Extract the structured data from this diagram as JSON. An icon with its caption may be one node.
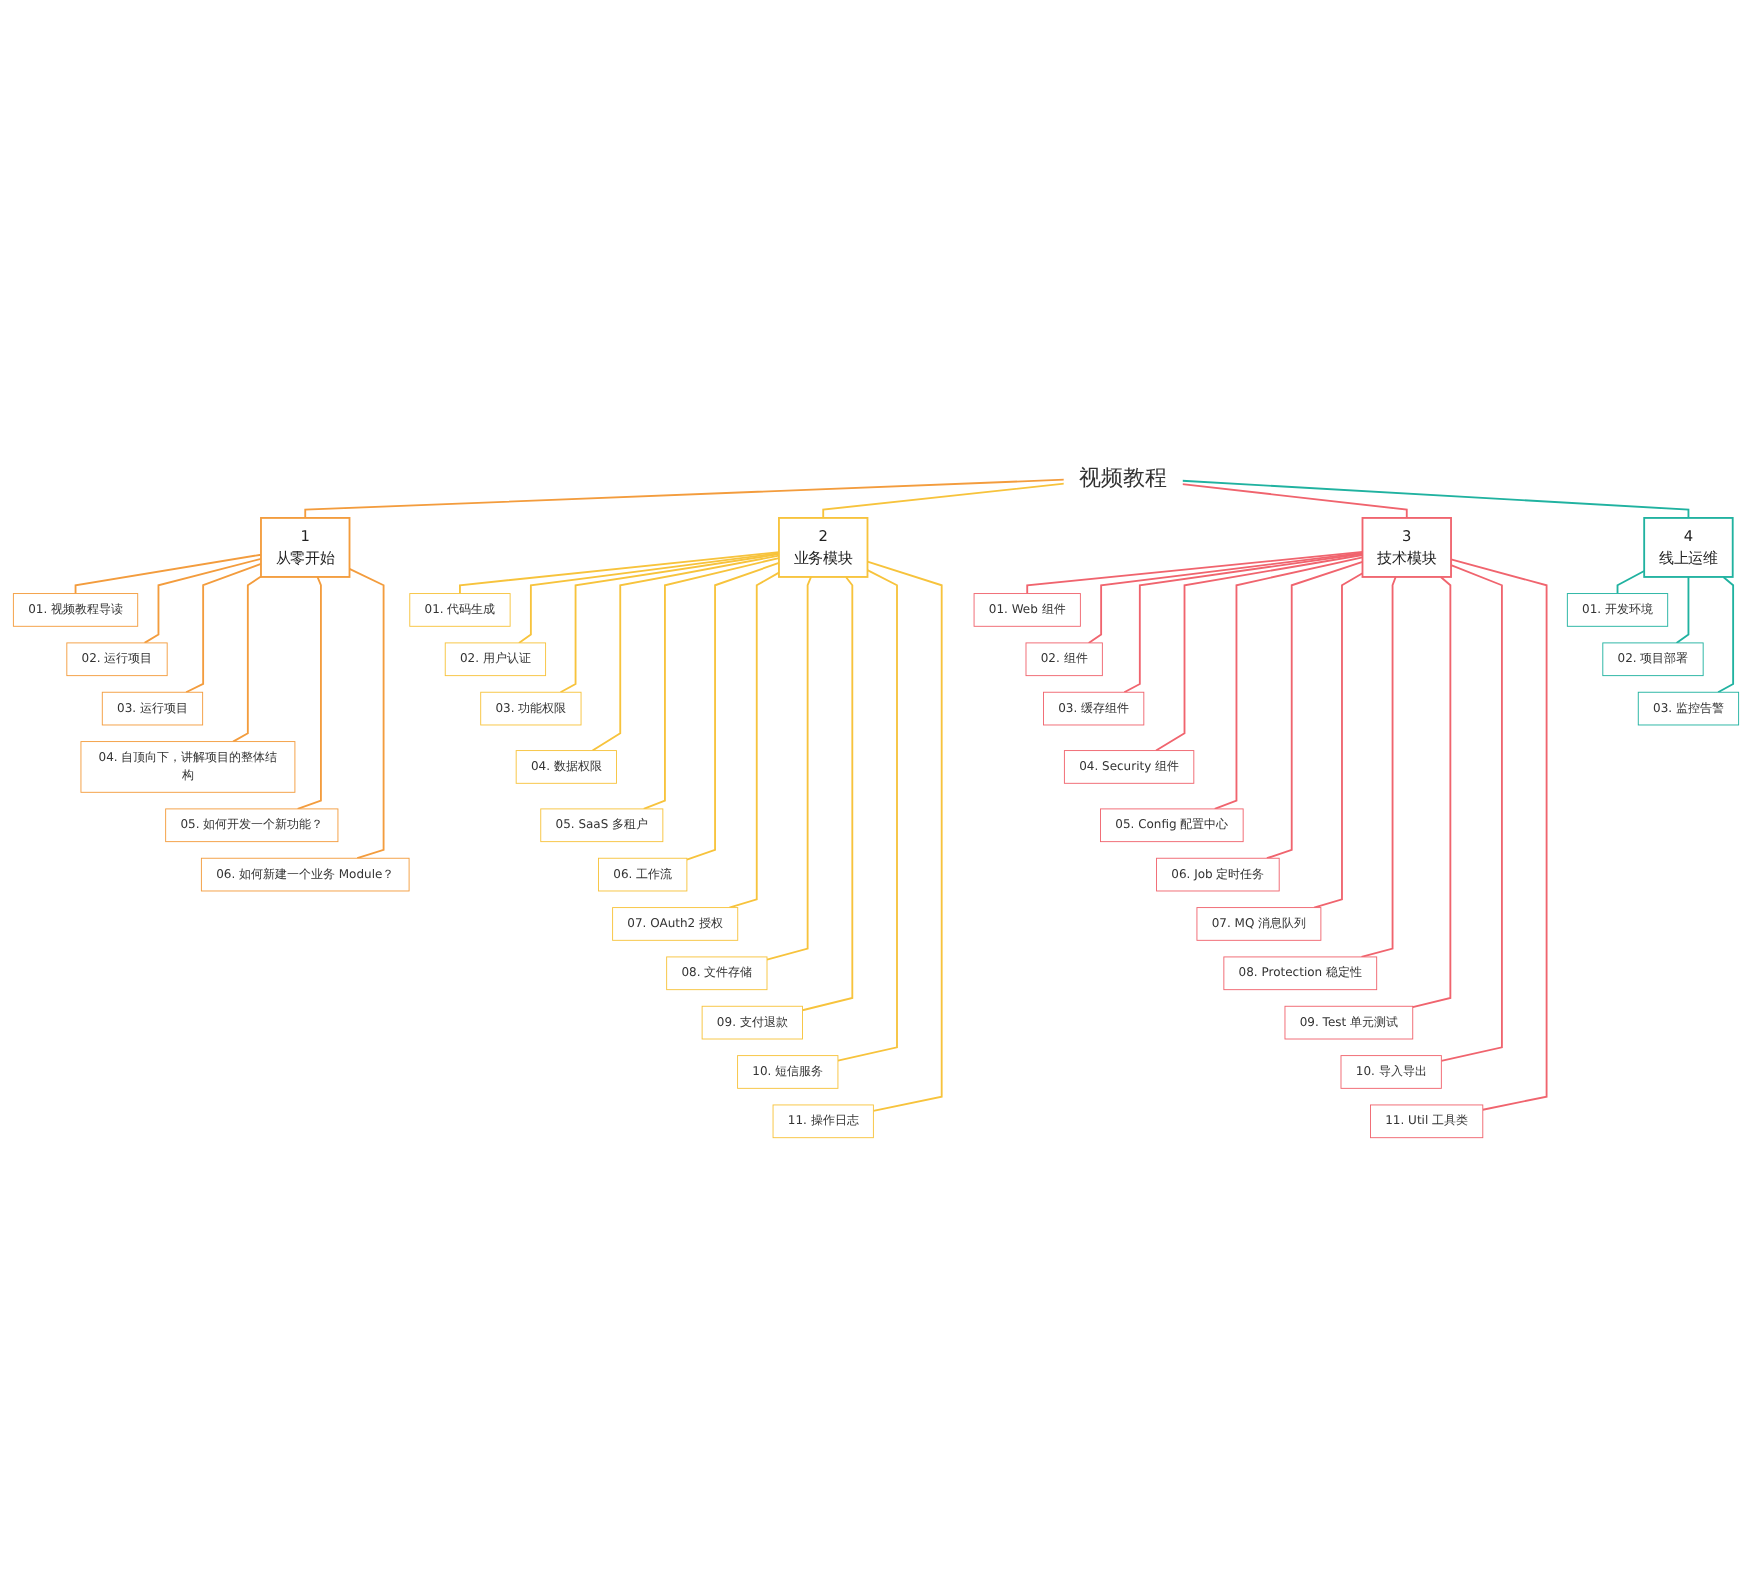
{
  "diagram": {
    "nodes": [
      {
        "text": [
          "视频教程"
        ]
      },
      {
        "text": [
          "1",
          "从零开始"
        ]
      },
      {
        "text": [
          "01. 视频教程导读"
        ]
      },
      {
        "text": [
          "02. 运行项目"
        ]
      },
      {
        "text": [
          "03. 运行项目"
        ]
      },
      {
        "text": [
          "04. 自顶向下，讲解项目的整体结构"
        ]
      },
      {
        "text": [
          "05. 如何开发一个新功能？"
        ]
      },
      {
        "text": [
          "06. 如何新建一个业务 Module？"
        ]
      },
      {
        "text": [
          "2",
          "业务模块"
        ]
      },
      {
        "text": [
          "01. 代码生成"
        ]
      },
      {
        "text": [
          "02. 用户认证"
        ]
      },
      {
        "text": [
          "03. 功能权限"
        ]
      },
      {
        "text": [
          "04. 数据权限"
        ]
      },
      {
        "text": [
          "05. SaaS 多租户"
        ]
      },
      {
        "text": [
          "06. 工作流"
        ]
      },
      {
        "text": [
          "07. OAuth2 授权"
        ]
      },
      {
        "text": [
          "08. 文件存储"
        ]
      },
      {
        "text": [
          "09. 支付退款"
        ]
      },
      {
        "text": [
          "10. 短信服务"
        ]
      },
      {
        "text": [
          "11. 操作日志"
        ]
      },
      {
        "text": [
          "3",
          "技术模块"
        ]
      },
      {
        "text": [
          "01. Web 组件"
        ]
      },
      {
        "text": [
          "02. 组件"
        ]
      },
      {
        "text": [
          "03. 缓存组件"
        ]
      },
      {
        "text": [
          "04. Security 组件"
        ]
      },
      {
        "text": [
          "05. Config 配置中心"
        ]
      },
      {
        "text": [
          "06. Job 定时任务"
        ]
      },
      {
        "text": [
          "07. MQ 消息队列"
        ]
      },
      {
        "text": [
          "08. Protection 稳定性"
        ]
      },
      {
        "text": [
          "09. Test 单元测试"
        ]
      },
      {
        "text": [
          "10. 导入导出"
        ]
      },
      {
        "text": [
          "11. Util 工具类"
        ]
      },
      {
        "text": [
          "4",
          "线上运维"
        ]
      },
      {
        "text": [
          "01. 开发环境"
        ]
      },
      {
        "text": [
          "02. 项目部署"
        ]
      },
      {
        "text": [
          "03. 监控告警"
        ]
      }
    ],
    "edges": [
      {
        "from": 0,
        "to": 1,
        "arrow": "none",
        "color": "#f39c3d"
      },
      {
        "from": 0,
        "to": 8,
        "arrow": "none",
        "color": "#f7c33c"
      },
      {
        "from": 0,
        "to": 20,
        "arrow": "none",
        "color": "#f0646e"
      },
      {
        "from": 0,
        "to": 32,
        "arrow": "none",
        "color": "#20b2a0"
      },
      {
        "from": 1,
        "to": 2,
        "arrow": "none",
        "color": "#f39c3d"
      },
      {
        "from": 1,
        "to": 3,
        "arrow": "none",
        "color": "#f39c3d"
      },
      {
        "from": 1,
        "to": 4,
        "arrow": "none",
        "color": "#f39c3d"
      },
      {
        "from": 1,
        "to": 5,
        "arrow": "none",
        "color": "#f39c3d"
      },
      {
        "from": 1,
        "to": 6,
        "arrow": "none",
        "color": "#f39c3d"
      },
      {
        "from": 1,
        "to": 7,
        "arrow": "none",
        "color": "#f39c3d"
      },
      {
        "from": 8,
        "to": 9,
        "arrow": "none",
        "color": "#f7c33c"
      },
      {
        "from": 8,
        "to": 10,
        "arrow": "none",
        "color": "#f7c33c"
      },
      {
        "from": 8,
        "to": 11,
        "arrow": "none",
        "color": "#f7c33c"
      },
      {
        "from": 8,
        "to": 12,
        "arrow": "none",
        "color": "#f7c33c"
      },
      {
        "from": 8,
        "to": 13,
        "arrow": "none",
        "color": "#f7c33c"
      },
      {
        "from": 8,
        "to": 14,
        "arrow": "none",
        "color": "#f7c33c"
      },
      {
        "from": 8,
        "to": 15,
        "arrow": "none",
        "color": "#f7c33c"
      },
      {
        "from": 8,
        "to": 16,
        "arrow": "none",
        "color": "#f7c33c"
      },
      {
        "from": 8,
        "to": 17,
        "arrow": "none",
        "color": "#f7c33c"
      },
      {
        "from": 8,
        "to": 18,
        "arrow": "none",
        "color": "#f7c33c"
      },
      {
        "from": 8,
        "to": 19,
        "arrow": "none",
        "color": "#f7c33c"
      },
      {
        "from": 20,
        "to": 21,
        "arrow": "none",
        "color": "#f0646e"
      },
      {
        "from": 20,
        "to": 22,
        "arrow": "none",
        "color": "#f0646e"
      },
      {
        "from": 20,
        "to": 23,
        "arrow": "none",
        "color": "#f0646e"
      },
      {
        "from": 20,
        "to": 24,
        "arrow": "none",
        "color": "#f0646e"
      },
      {
        "from": 20,
        "to": 25,
        "arrow": "none",
        "color": "#f0646e"
      },
      {
        "from": 20,
        "to": 26,
        "arrow": "none",
        "color": "#f0646e"
      },
      {
        "from": 20,
        "to": 27,
        "arrow": "none",
        "color": "#f0646e"
      },
      {
        "from": 20,
        "to": 28,
        "arrow": "none",
        "color": "#f0646e"
      },
      {
        "from": 20,
        "to": 29,
        "arrow": "none",
        "color": "#f0646e"
      },
      {
        "from": 20,
        "to": 30,
        "arrow": "none",
        "color": "#f0646e"
      },
      {
        "from": 20,
        "to": 31,
        "arrow": "none",
        "color": "#f0646e"
      },
      {
        "from": 32,
        "to": 33,
        "arrow": "none",
        "color": "#20b2a0"
      },
      {
        "from": 32,
        "to": 34,
        "arrow": "none",
        "color": "#20b2a0"
      },
      {
        "from": 32,
        "to": 35,
        "arrow": "none",
        "color": "#20b2a0"
      }
    ]
  }
}
